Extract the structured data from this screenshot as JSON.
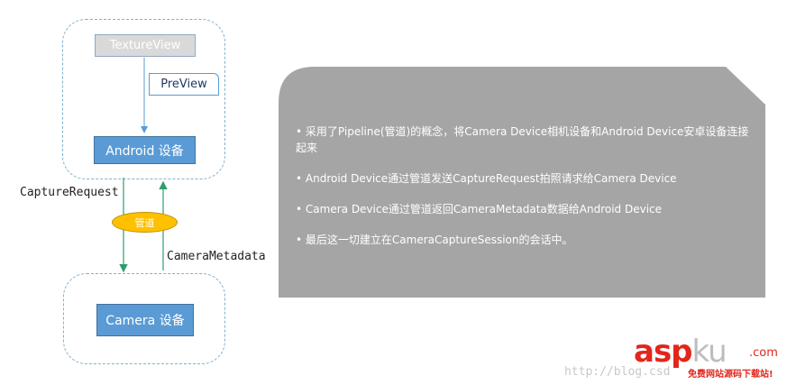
{
  "diagram": {
    "texture_view": "TextureView",
    "preview": "PreView",
    "android_device": "Android 设备",
    "camera_device": "Camera 设备",
    "pipe": "管道",
    "capture_request": "CaptureRequest",
    "camera_metadata": "CameraMetadata"
  },
  "info": {
    "items": [
      "采用了Pipeline(管道)的概念，将Camera Device相机设备和Android Device安卓设备连接起来",
      "Android Device通过管道发送CaptureRequest拍照请求给Camera Device",
      "Camera Device通过管道返回CameraMetadata数据给Android Device",
      "最后这一切建立在CameraCaptureSession的会话中。"
    ]
  },
  "logo": {
    "asp": "asp",
    "ku": "ku",
    "com": ".com",
    "tagline": "免费网站源码下载站!"
  },
  "watermark": "http://blog.csd",
  "colors": {
    "node_blue": "#5b9bd5",
    "pipe_yellow": "#ffc000",
    "panel_gray": "#a6a5a5",
    "arrow_green": "#2e9e6e",
    "frame_dashed": "#7fb3c9",
    "logo_red": "#e3261b"
  }
}
